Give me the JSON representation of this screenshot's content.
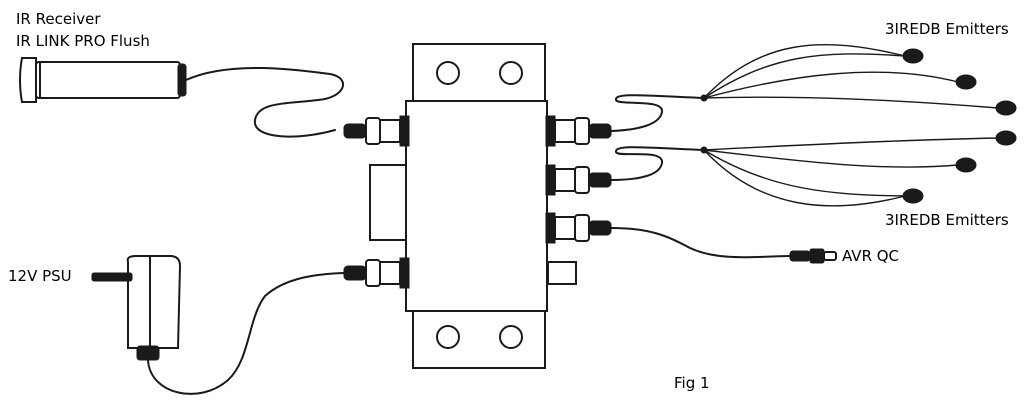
{
  "labels": {
    "ir_receiver": "IR Receiver",
    "ir_link": "IR LINK PRO Flush",
    "emitters_top": "3IREDB Emitters",
    "emitters_bottom": "3IREDB Emitters",
    "psu": "12V PSU",
    "avr": "AVR QC",
    "figure": "Fig 1"
  },
  "colors": {
    "ink": "#1a1a1a",
    "background": "#ffffff"
  },
  "components": [
    "ir-receiver-icon",
    "hub-unit",
    "emitter-icon",
    "psu-adapter-icon",
    "avr-plug-icon"
  ]
}
